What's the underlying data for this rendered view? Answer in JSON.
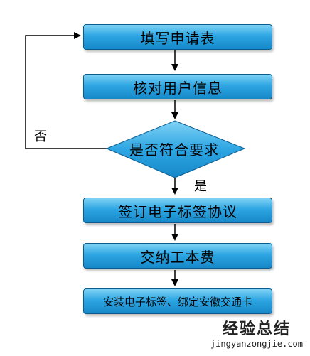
{
  "steps": [
    "填写申请表",
    "核对用户信息",
    "签订电子标签协议",
    "交纳工本费",
    "安装电子标签、绑定安徽交通卡"
  ],
  "decision": "是否符合要求",
  "labels": {
    "no": "否",
    "yes": "是"
  },
  "watermark": {
    "name": "经验总结",
    "url": "jingyanzongjie.com"
  },
  "colors": {
    "box_fill": "#2ea6e3",
    "box_border": "#0b5c8e",
    "arrow": "#000000"
  }
}
